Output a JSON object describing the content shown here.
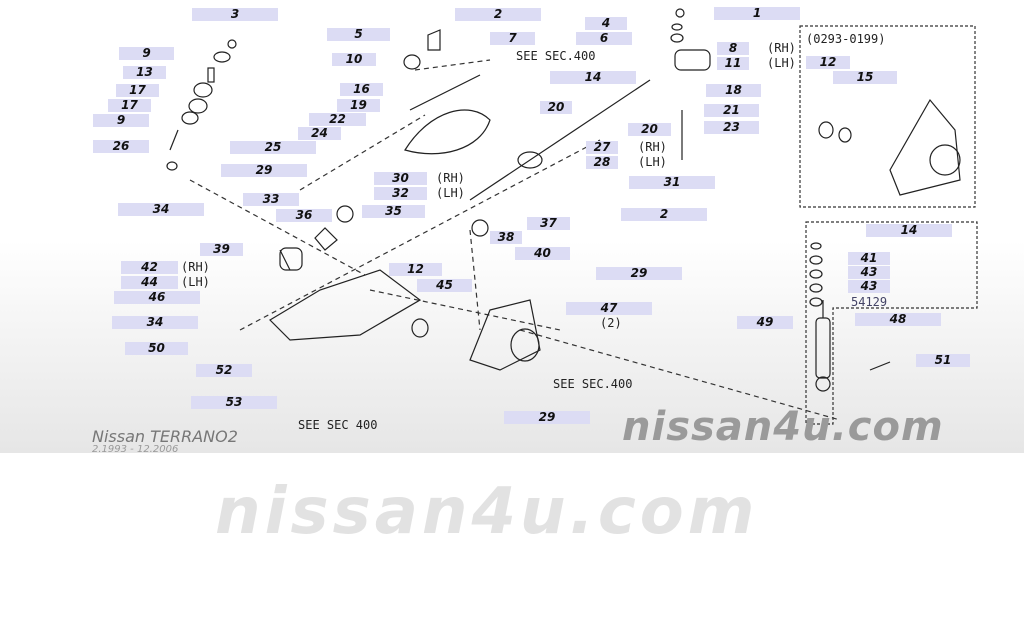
{
  "labels": [
    "3",
    "2",
    "1",
    "5",
    "4",
    "6",
    "9",
    "13",
    "10",
    "7",
    "8",
    "11",
    "12",
    "15",
    "14",
    "17",
    "17",
    "9",
    "16",
    "19",
    "22",
    "24",
    "25",
    "26",
    "29",
    "18",
    "20",
    "21",
    "20",
    "23",
    "27",
    "28",
    "30",
    "32",
    "31",
    "34",
    "2",
    "33",
    "36",
    "35",
    "37",
    "38",
    "40",
    "39",
    "14",
    "42",
    "44",
    "46",
    "41",
    "43",
    "43",
    "29",
    "12",
    "45",
    "47",
    "34",
    "49",
    "48",
    "50",
    "52",
    "51",
    "53",
    "29"
  ],
  "notes": {
    "see_sec_1": "SEE SEC.400",
    "rh1": "(RH)",
    "lh1": "(LH)",
    "inset_range": "(0293-0199)",
    "rh2": "(RH)",
    "lh2": "(LH)",
    "rh3": "(RH)",
    "lh3": "(LH)",
    "rh4": "(RH)",
    "lh4": "(LH)",
    "qty": "(2)",
    "see_sec_2": "SEE SEC.400",
    "see_sec_3": "SEE SEC 400",
    "overlap": "54129"
  },
  "footer": {
    "brand": "Nissan TERRANO2",
    "dates": "2.1993 - 12.2006",
    "watermark": "nissan4u.com",
    "watermark_faint": "nissan4u.com"
  }
}
